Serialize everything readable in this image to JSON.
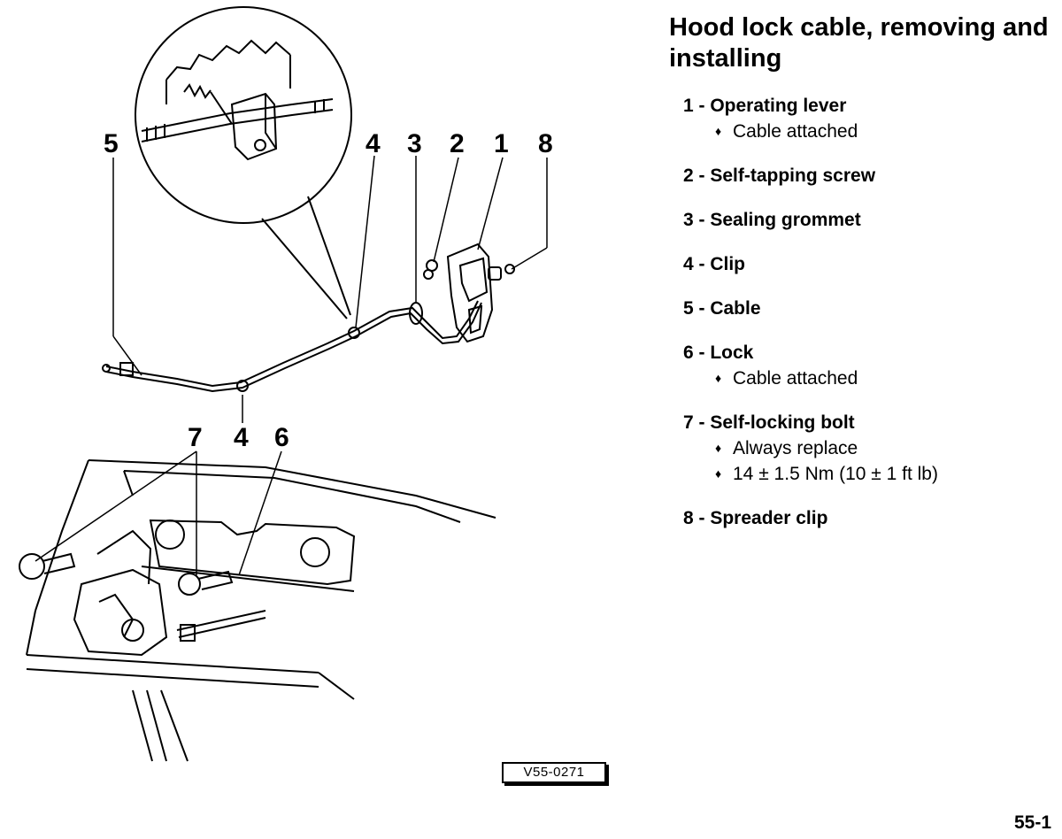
{
  "title": "Hood lock cable, removing and installing",
  "callouts": {
    "c5": "5",
    "c4a": "4",
    "c3": "3",
    "c2": "2",
    "c1": "1",
    "c8": "8",
    "c7": "7",
    "c4b": "4",
    "c6": "6"
  },
  "items": [
    {
      "label": "1 - Operating lever",
      "notes": [
        "Cable attached"
      ]
    },
    {
      "label": "2 - Self-tapping screw",
      "notes": []
    },
    {
      "label": "3 - Sealing grommet",
      "notes": []
    },
    {
      "label": "4 - Clip",
      "notes": []
    },
    {
      "label": "5 - Cable",
      "notes": []
    },
    {
      "label": "6 - Lock",
      "notes": [
        "Cable attached"
      ]
    },
    {
      "label": "7 - Self-locking bolt",
      "notes": [
        "Always replace",
        "14 ± 1.5 Nm (10 ± 1 ft lb)"
      ]
    },
    {
      "label": "8 - Spreader clip",
      "notes": []
    }
  ],
  "figure_ref": "V55-0271",
  "page_number": "55-1"
}
